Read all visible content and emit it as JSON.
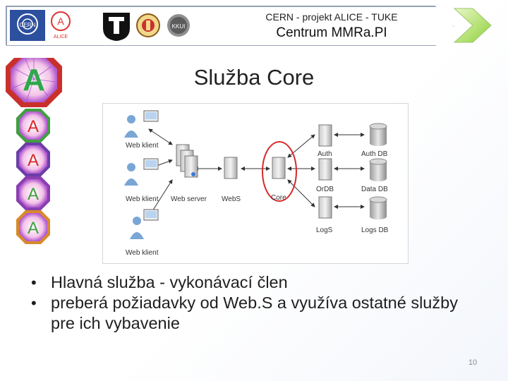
{
  "header": {
    "line1": "CERN - projekt ALICE - TUKE",
    "line2": "Centrum MMRa.PI",
    "logo_cern_label": "CERN",
    "logo_alice_label": "ALICE",
    "logo_kkui_label": "KKUI"
  },
  "slide": {
    "title": "Služba Core",
    "page_number": "10"
  },
  "diagram": {
    "labels": {
      "web_klient_1": "Web klient",
      "web_klient_2": "Web klient",
      "web_klient_3": "Web klient",
      "web_server": "Web server",
      "webs": "WebS",
      "core": "Core",
      "auth": "Auth",
      "ordb": "OrDB",
      "logs": "LogS",
      "auth_db": "Auth DB",
      "data_db": "Data DB",
      "logs_db": "Logs DB"
    },
    "highlight_color": "#d62a2a"
  },
  "bullets": {
    "items": [
      "Hlavná služba - vykonávací člen",
      "preberá požiadavky od Web.S a využíva ostatné služby pre ich vybavenie"
    ]
  },
  "colors": {
    "alice_red": "#e02323",
    "alice_green": "#2fa84a",
    "octagon_colors": [
      "#c9302c",
      "#3f9f3f",
      "#6a3ea8",
      "#8a3fb0",
      "#d98a2a"
    ]
  }
}
